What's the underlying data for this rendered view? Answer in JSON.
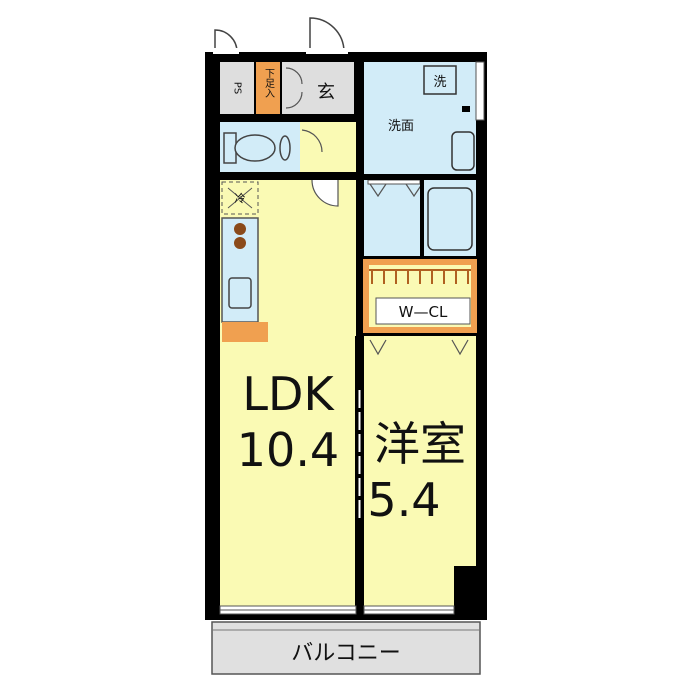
{
  "labels": {
    "ps": "PS",
    "shoe_storage": "下足入",
    "entrance": "玄",
    "washroom": "洗面",
    "washer": "洗",
    "closet": "W—CL",
    "ldk_name": "LDK",
    "ldk_size": "10.4",
    "western_name": "洋室",
    "western_size": "5.4",
    "balcony": "バルコニー",
    "fridge": "冷"
  },
  "colors": {
    "room": "#fafab4",
    "wet_area": "#d2ecf8",
    "floor_gray": "#dedede",
    "cabinet": "#f0a050",
    "wall": "#000000",
    "fixture_line": "#555555"
  }
}
